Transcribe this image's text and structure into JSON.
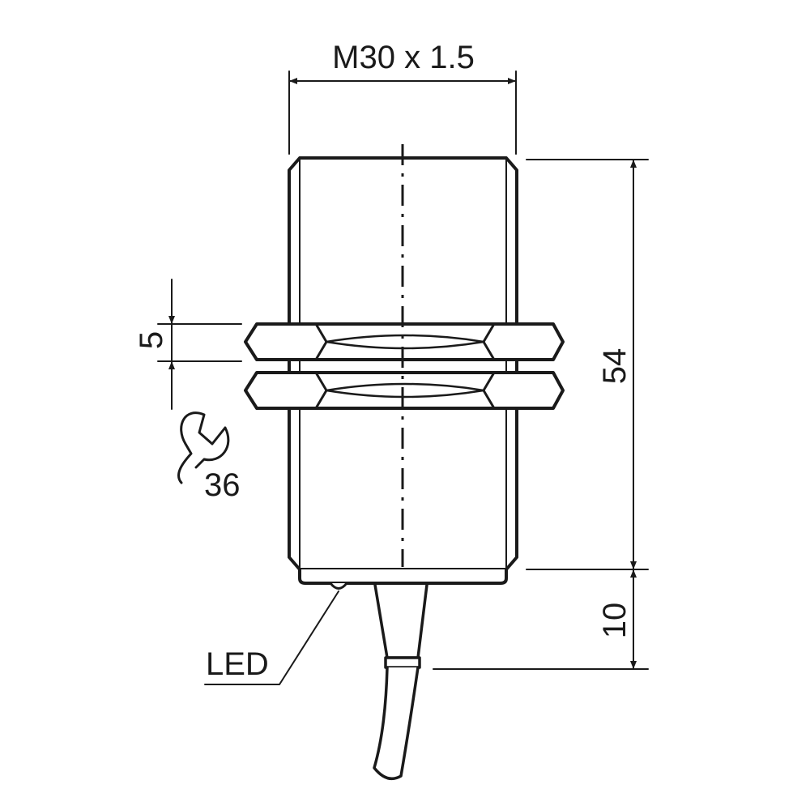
{
  "drawing": {
    "thread_label": "M30 x 1.5",
    "length_label": "54",
    "cable_exit_label": "10",
    "nut_thickness_label": "5",
    "wrench_size_label": "36",
    "led_label": "LED",
    "icons": [
      "wrench-icon"
    ],
    "line_color": "#1a1a1a",
    "background_color": "#ffffff"
  }
}
